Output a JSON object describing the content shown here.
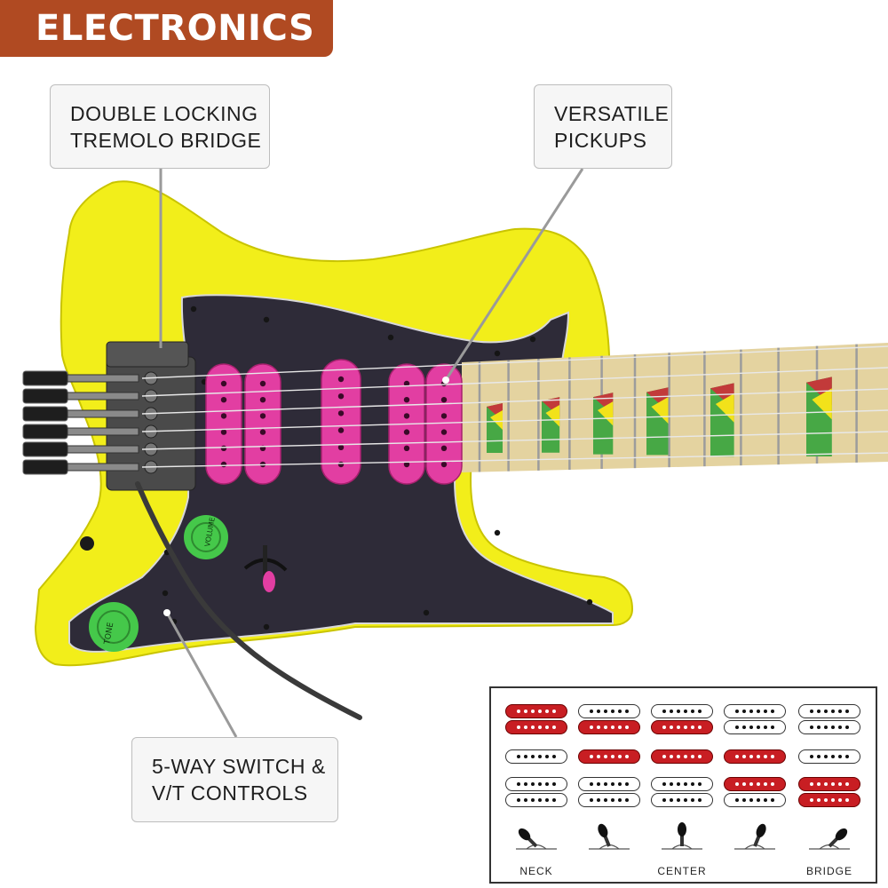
{
  "header": {
    "title": "ELECTRONICS"
  },
  "callouts": {
    "bridge": [
      "DOUBLE LOCKING",
      "TREMOLO BRIDGE"
    ],
    "pickups": [
      "VERSATILE",
      "PICKUPS"
    ],
    "controls": [
      "5-WAY SWITCH &",
      "V/T CONTROLS"
    ]
  },
  "knobs": {
    "volume": "VOLUME",
    "tone": "TONE"
  },
  "pickup_chart": {
    "rows": [
      [
        [
          true,
          true
        ],
        [
          false,
          true
        ],
        [
          false,
          true
        ],
        [
          false,
          false
        ],
        [
          false,
          false
        ]
      ],
      [
        [
          false
        ],
        [
          true
        ],
        [
          true
        ],
        [
          true
        ],
        [
          false
        ]
      ],
      [
        [
          false,
          false
        ],
        [
          false,
          false
        ],
        [
          false,
          false
        ],
        [
          true,
          false
        ],
        [
          true,
          true
        ]
      ]
    ],
    "switch_labels": [
      "NECK",
      "",
      "CENTER",
      "",
      "BRIDGE"
    ]
  },
  "colors": {
    "header": "#b04a22",
    "body": "#f2ee1a",
    "pickguard": "#2e2b38",
    "pickup": "#e23ea2",
    "knob": "#45c84a",
    "fretboard": "#e4d3a0",
    "inlay_green": "#47a845",
    "inlay_red": "#c23a3a",
    "chart_on": "#c81e23"
  }
}
